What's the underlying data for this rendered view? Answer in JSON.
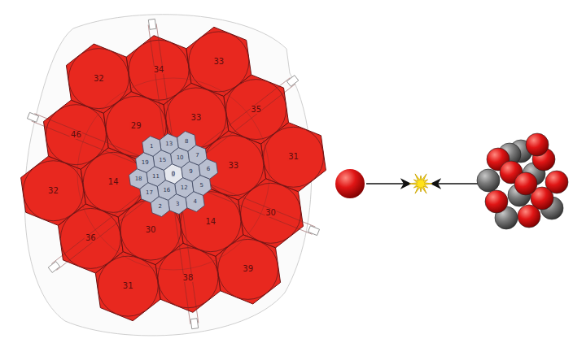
{
  "diagram": {
    "labels": [
      "34",
      "33",
      "35",
      "31",
      "30",
      "39",
      "38",
      "31",
      "36",
      "32",
      "46",
      "32",
      "33",
      "33",
      "14",
      "30",
      "14",
      "29",
      "0",
      "10",
      "9",
      "12",
      "16",
      "11",
      "15",
      "13",
      "8",
      "7",
      "6",
      "5",
      "4",
      "3",
      "2",
      "17",
      "18",
      "19",
      "1"
    ]
  }
}
